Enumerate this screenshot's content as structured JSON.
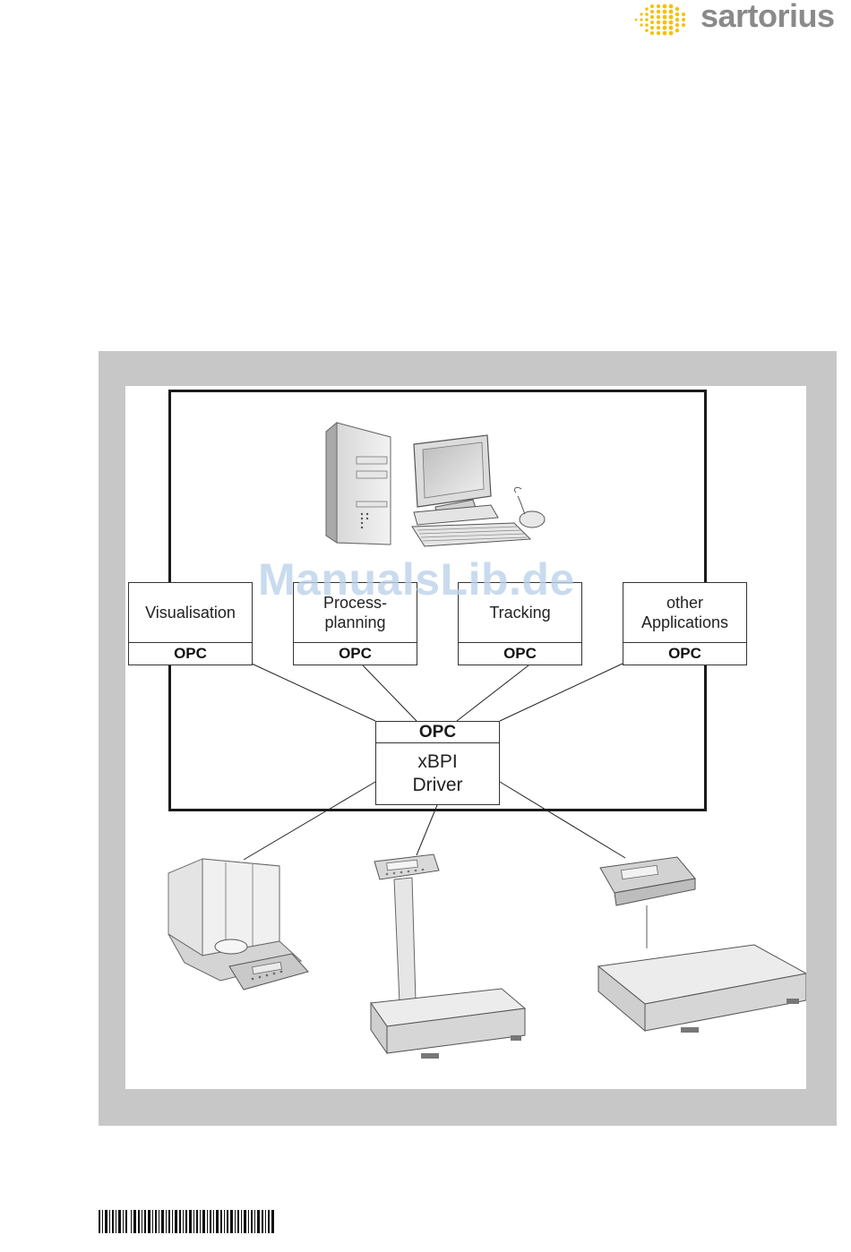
{
  "brand": {
    "name": "sartorius",
    "accent_color": "#f2c200",
    "text_color": "#8a8a8a"
  },
  "watermark": {
    "text": "ManualsLib.de",
    "color": "#bcd3ea"
  },
  "diagram": {
    "applications": [
      {
        "label": "Visualisation",
        "interface": "OPC"
      },
      {
        "label": "Process-\nplanning",
        "interface": "OPC"
      },
      {
        "label": "Tracking",
        "interface": "OPC"
      },
      {
        "label": "other\nApplications",
        "interface": "OPC"
      }
    ],
    "driver": {
      "interface": "OPC",
      "label": "xBPI\nDriver"
    },
    "host_icons": [
      "pc-tower-icon",
      "monitor-icon",
      "keyboard-icon",
      "mouse-icon"
    ],
    "devices": [
      "analytical-balance-icon",
      "column-platform-scale-icon",
      "platform-scale-indicator-icon"
    ]
  },
  "footer": {
    "barcode_icon": "barcode-icon"
  }
}
